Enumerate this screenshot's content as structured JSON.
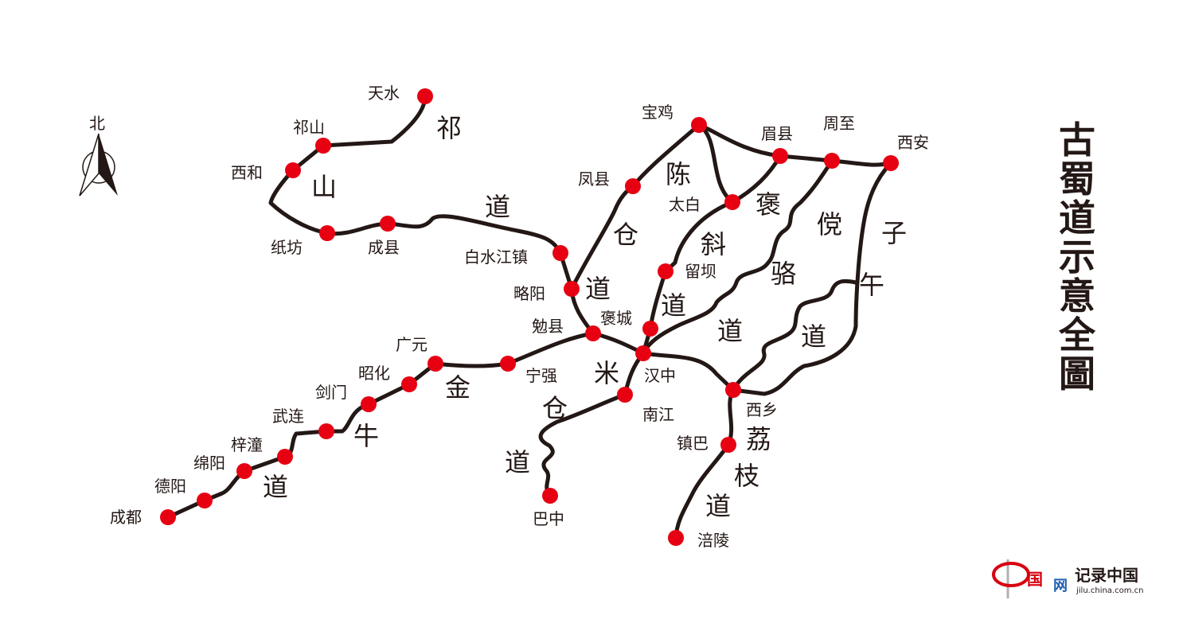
{
  "title": "古蜀道示意全圖",
  "compass": {
    "label": "北",
    "icon": "north-arrow-icon"
  },
  "colors": {
    "city": "#e60012",
    "route": "#231815",
    "background": "#ffffff",
    "logo_red": "#d7000f",
    "logo_blue": "#1d5fb0"
  },
  "cities": {
    "tianshui": "天水",
    "qishan": "祁山",
    "xihe": "西和",
    "zhifang": "纸坊",
    "chengxian": "成县",
    "baishuijiang": "白水江镇",
    "lueyang": "略阳",
    "mianxian": "勉县",
    "baocheng": "褒城",
    "hanzhong": "汉中",
    "baoji": "宝鸡",
    "fengxian": "凤县",
    "meixian": "眉县",
    "zhouzhi": "周至",
    "xian": "西安",
    "taibai": "太白",
    "liuba": "留坝",
    "chengxiang": "西乡",
    "zhenba": "镇巴",
    "fuling": "涪陵",
    "nanjiang": "南江",
    "bazhong": "巴中",
    "ningqiang": "宁强",
    "guangyuan": "广元",
    "zhaohua": "昭化",
    "jianmen": "剑门",
    "wulian": "武连",
    "zitong": "梓潼",
    "mianyang": "绵阳",
    "deyang": "德阳",
    "chengdu": "成都"
  },
  "roads": {
    "qishan_qi": "祁",
    "qishan_shan": "山",
    "qishan_dao": "道",
    "chencang_chen": "陈",
    "chencang_cang": "仓",
    "chencang_dao": "道",
    "baoxie_bao": "褒",
    "baoxie_xie": "斜",
    "baoxie_dao": "道",
    "tangluo_tang": "傥",
    "tangluo_luo": "骆",
    "tangluo_dao": "道",
    "ziwu_zi": "子",
    "ziwu_wu": "午",
    "ziwu_dao": "道",
    "jinniu_jin": "金",
    "jinniu_niu": "牛",
    "jinniu_dao": "道",
    "micang_mi": "米",
    "micang_cang": "仓",
    "micang_dao": "道",
    "lizhi_li": "荔",
    "lizhi_zhi": "枝",
    "lizhi_dao": "道"
  },
  "logo": {
    "wang": "网",
    "name": "记录中国",
    "url": "jilu.china.com.cn"
  }
}
